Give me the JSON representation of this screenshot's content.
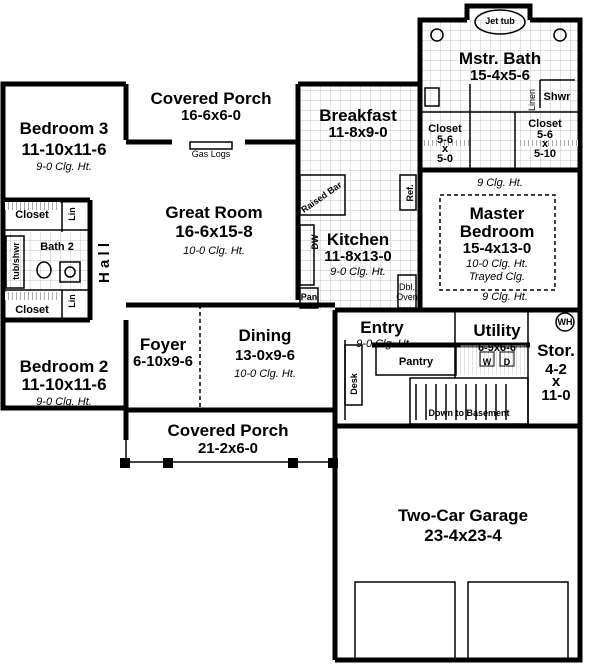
{
  "rooms": {
    "jet_tub": "Jet tub",
    "mstr_bath": {
      "name": "Mstr. Bath",
      "dims": "15-4x5-6"
    },
    "shwr": "Shwr",
    "linen": "Linen",
    "closet_left": {
      "name": "Closet",
      "w": "5-6",
      "x": "x",
      "d": "5-0"
    },
    "closet_right": {
      "name": "Closet",
      "w": "5-6",
      "x": "x",
      "d": "5-10"
    },
    "covered_porch_top": {
      "name": "Covered Porch",
      "dims": "16-6x6-0"
    },
    "gas_logs": "Gas Logs",
    "breakfast": {
      "name": "Breakfast",
      "dims": "11-8x9-0"
    },
    "bedroom3": {
      "name": "Bedroom 3",
      "dims": "11-10x11-6",
      "ceiling": "9-0 Clg. Ht."
    },
    "great_room": {
      "name": "Great Room",
      "dims": "16-6x15-8",
      "ceiling": "10-0 Clg. Ht."
    },
    "raised_bar": "Raised Bar",
    "ref": "Ref.",
    "dw": "DW",
    "kitchen": {
      "name": "Kitchen",
      "dims": "11-8x13-0",
      "ceiling": "9-0 Clg. Ht."
    },
    "pan": "Pan",
    "dbl_oven": {
      "l1": "Dbl.",
      "l2": "Oven"
    },
    "master_bedroom": {
      "l1": "Master",
      "l2": "Bedroom",
      "dims": "15-4x13-0",
      "ceiling": "10-0 Clg. Ht.",
      "note": "Trayed Clg.",
      "side": "9 Clg. Ht."
    },
    "closet_b3": "Closet",
    "lin_top": "Lin",
    "bath2": "Bath 2",
    "tub_shwr": "tub/shwr",
    "hall": "H a l l",
    "lin_bot": "Lin",
    "closet_b2": "Closet",
    "entry": {
      "name": "Entry",
      "ceiling": "9-0 Clg. Ht."
    },
    "utility": {
      "name": "Utility",
      "dims": "6-9x6-6",
      "w": "W",
      "d": "D"
    },
    "wh": "WH",
    "stor": {
      "name": "Stor.",
      "w": "4-2",
      "x": "x",
      "d": "11-0"
    },
    "pantry": "Pantry",
    "bedroom2": {
      "name": "Bedroom 2",
      "dims": "11-10x11-6",
      "ceiling": "9-0 Clg. Ht."
    },
    "foyer": {
      "name": "Foyer",
      "dims": "6-10x9-6"
    },
    "dining": {
      "name": "Dining",
      "dims": "13-0x9-6",
      "ceiling": "10-0 Clg. Ht."
    },
    "desk": "Desk",
    "down_to_basement": "Down to Basement",
    "covered_porch_front": {
      "name": "Covered Porch",
      "dims": "21-2x6-0"
    },
    "garage": {
      "name": "Two-Car Garage",
      "dims": "23-4x23-4"
    }
  }
}
